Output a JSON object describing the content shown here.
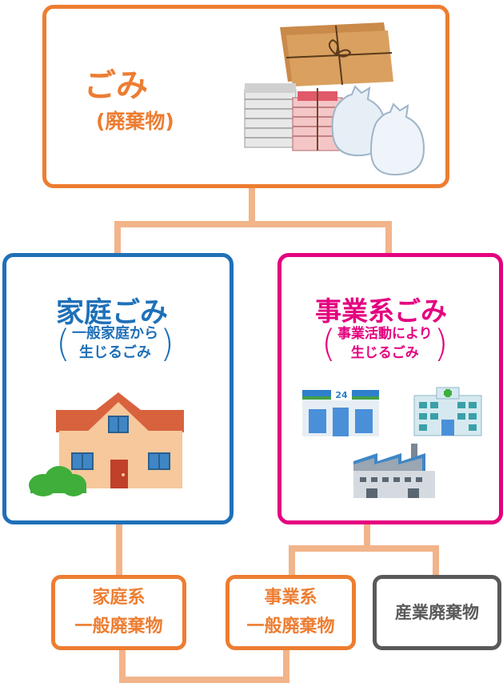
{
  "colors": {
    "orange": "#ed7d31",
    "blue": "#1f70b8",
    "magenta": "#e4007f",
    "gray": "#595959",
    "connector": "#f2b48a"
  },
  "top": {
    "title": "ごみ",
    "subtitle": "(廃棄物)",
    "icon": "waste-bundle-icon"
  },
  "household": {
    "title": "家庭ごみ",
    "desc_line1": "一般家庭から",
    "desc_line2": "生じるごみ",
    "paren_open": "(",
    "paren_close": ")",
    "icon": "house-icon"
  },
  "business": {
    "title": "事業系ごみ",
    "desc_line1": "事業活動により",
    "desc_line2": "生じるごみ",
    "paren_open": "(",
    "paren_close": ")",
    "store_sign": "24",
    "icons": [
      "convenience-store-icon",
      "hospital-icon",
      "factory-icon"
    ]
  },
  "bottom": {
    "household_general": {
      "line1": "家庭系",
      "line2": "一般廃棄物"
    },
    "business_general": {
      "line1": "事業系",
      "line2": "一般廃棄物"
    },
    "industrial": "産業廃棄物"
  }
}
